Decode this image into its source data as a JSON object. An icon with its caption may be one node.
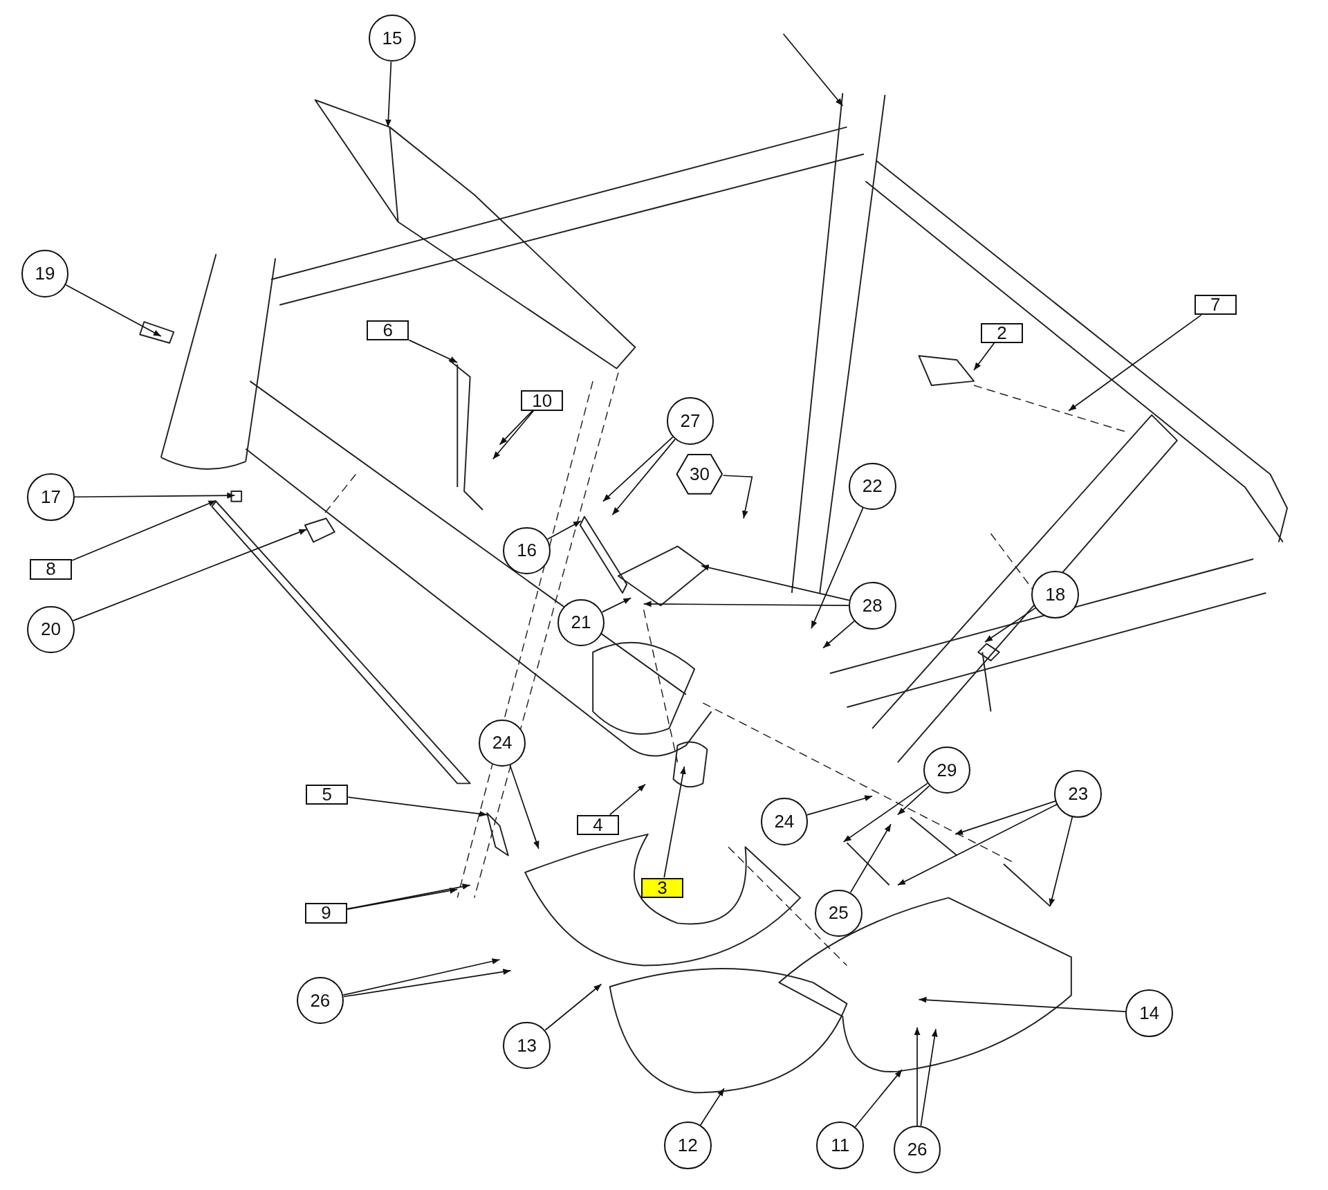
{
  "diagram": {
    "nodes": [
      {
        "text": [
          "15"
        ]
      },
      {
        "text": [
          "19"
        ]
      },
      {
        "text": [
          "7"
        ]
      },
      {
        "text": [
          "2"
        ]
      },
      {
        "text": [
          "6"
        ]
      },
      {
        "text": [
          "10"
        ]
      },
      {
        "text": [
          "27"
        ]
      },
      {
        "text": [
          "30"
        ]
      },
      {
        "text": [
          "22"
        ]
      },
      {
        "text": [
          "17"
        ]
      },
      {
        "text": [
          "16"
        ]
      },
      {
        "text": [
          "8"
        ]
      },
      {
        "text": [
          "28"
        ]
      },
      {
        "text": [
          "18"
        ]
      },
      {
        "text": [
          "21"
        ]
      },
      {
        "text": [
          "20"
        ]
      },
      {
        "text": [
          "24"
        ]
      },
      {
        "text": [
          "29"
        ]
      },
      {
        "text": [
          "5"
        ]
      },
      {
        "text": [
          "23"
        ]
      },
      {
        "text": [
          "4"
        ]
      },
      {
        "text": [
          "24"
        ]
      },
      {
        "text": [
          "3"
        ]
      },
      {
        "text": [
          "9"
        ]
      },
      {
        "text": [
          "25"
        ]
      },
      {
        "text": [
          "26"
        ]
      },
      {
        "text": [
          "14"
        ]
      },
      {
        "text": [
          "13"
        ]
      },
      {
        "text": [
          "12"
        ]
      },
      {
        "text": [
          "11"
        ]
      },
      {
        "text": [
          "26"
        ]
      }
    ],
    "edges": [
      {
        "from": 0,
        "to": null,
        "arrow": "to"
      },
      {
        "from": 1,
        "to": null,
        "arrow": "to"
      },
      {
        "from": 2,
        "to": null,
        "arrow": "to"
      },
      {
        "from": 3,
        "to": null,
        "arrow": "to"
      },
      {
        "from": 4,
        "to": null,
        "arrow": "to"
      },
      {
        "from": 5,
        "to": null,
        "arrow": "to"
      },
      {
        "from": 5,
        "to": null,
        "arrow": "to"
      },
      {
        "from": 6,
        "to": null,
        "arrow": "to"
      },
      {
        "from": 6,
        "to": null,
        "arrow": "to"
      },
      {
        "from": 7,
        "to": null,
        "arrow": "to"
      },
      {
        "from": 8,
        "to": null,
        "arrow": "to"
      },
      {
        "from": 9,
        "to": null,
        "arrow": "to"
      },
      {
        "from": 10,
        "to": null,
        "arrow": "to"
      },
      {
        "from": 11,
        "to": null,
        "arrow": "to"
      },
      {
        "from": 12,
        "to": null,
        "arrow": "to"
      },
      {
        "from": 12,
        "to": null,
        "arrow": "to"
      },
      {
        "from": 12,
        "to": null,
        "arrow": "to"
      },
      {
        "from": 13,
        "to": null,
        "arrow": "to"
      },
      {
        "from": 14,
        "to": null,
        "arrow": "to"
      },
      {
        "from": 15,
        "to": null,
        "arrow": "to"
      },
      {
        "from": 16,
        "to": null,
        "arrow": "to"
      },
      {
        "from": 17,
        "to": null,
        "arrow": "to"
      },
      {
        "from": 17,
        "to": null,
        "arrow": "to"
      },
      {
        "from": 18,
        "to": null,
        "arrow": "to"
      },
      {
        "from": 19,
        "to": null,
        "arrow": "to"
      },
      {
        "from": 19,
        "to": null,
        "arrow": "to"
      },
      {
        "from": 19,
        "to": null,
        "arrow": "to"
      },
      {
        "from": 20,
        "to": null,
        "arrow": "to"
      },
      {
        "from": 21,
        "to": null,
        "arrow": "to"
      },
      {
        "from": 22,
        "to": null,
        "arrow": "to"
      },
      {
        "from": 23,
        "to": null,
        "arrow": "to"
      },
      {
        "from": 23,
        "to": null,
        "arrow": "to"
      },
      {
        "from": 24,
        "to": null,
        "arrow": "to"
      },
      {
        "from": 25,
        "to": null,
        "arrow": "to"
      },
      {
        "from": 25,
        "to": null,
        "arrow": "to"
      },
      {
        "from": 26,
        "to": null,
        "arrow": "to"
      },
      {
        "from": 27,
        "to": null,
        "arrow": "to"
      },
      {
        "from": 28,
        "to": null,
        "arrow": "to"
      },
      {
        "from": 29,
        "to": null,
        "arrow": "to"
      },
      {
        "from": 30,
        "to": null,
        "arrow": "to"
      },
      {
        "from": 30,
        "to": null,
        "arrow": "to"
      }
    ]
  }
}
